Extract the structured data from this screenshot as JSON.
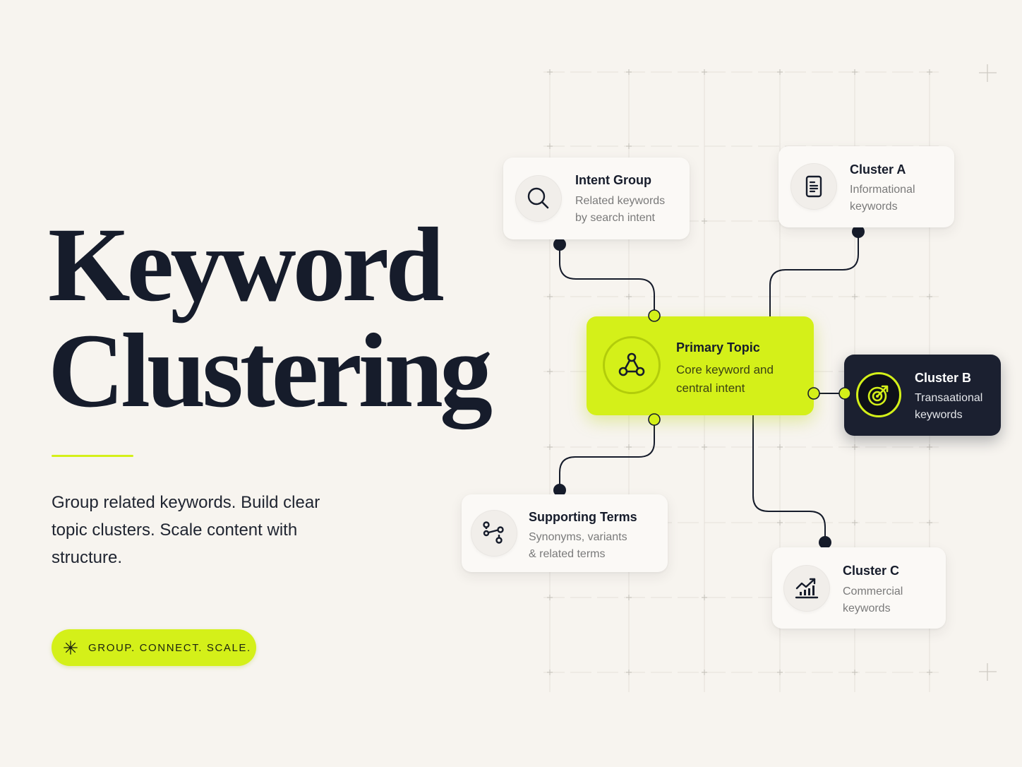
{
  "hero": {
    "title_line1": "Keyword",
    "title_line2": "Clustering",
    "description": "Group related keywords. Build clear topic clusters. Scale content with structure.",
    "tagline": "GROUP. CONNECT. SCALE.",
    "tagline_icon": "sparkle-icon"
  },
  "colors": {
    "background": "#f7f4ef",
    "accent": "#d4f019",
    "ink": "#161c2b",
    "card": "#fbf9f6",
    "muted_text": "#7a7a7a",
    "dark_card": "#1b2030"
  },
  "diagram": {
    "nodes": [
      {
        "id": "intent-group",
        "title": "Intent Group",
        "subtitle": "Related keywords\nby search intent",
        "icon": "search-icon"
      },
      {
        "id": "cluster-a",
        "title": "Cluster A",
        "subtitle": "Informational\nkeywords",
        "icon": "document-icon"
      },
      {
        "id": "primary-topic",
        "title": "Primary Topic",
        "subtitle": "Core keyword and\ncentral intent",
        "icon": "network-icon"
      },
      {
        "id": "cluster-b",
        "title": "Cluster B",
        "subtitle": "Transaational\nkeywords",
        "icon": "target-icon"
      },
      {
        "id": "supporting-terms",
        "title": "Supporting Terms",
        "subtitle": "Synonyms, variants\n& related terms",
        "icon": "share-nodes-icon"
      },
      {
        "id": "cluster-c",
        "title": "Cluster C",
        "subtitle": "Commercial\nkeywords",
        "icon": "chart-growth-icon"
      }
    ],
    "edges": [
      {
        "from": "primary-topic",
        "to": "intent-group"
      },
      {
        "from": "primary-topic",
        "to": "cluster-a"
      },
      {
        "from": "primary-topic",
        "to": "cluster-b"
      },
      {
        "from": "primary-topic",
        "to": "supporting-terms"
      },
      {
        "from": "primary-topic",
        "to": "cluster-c"
      }
    ]
  }
}
